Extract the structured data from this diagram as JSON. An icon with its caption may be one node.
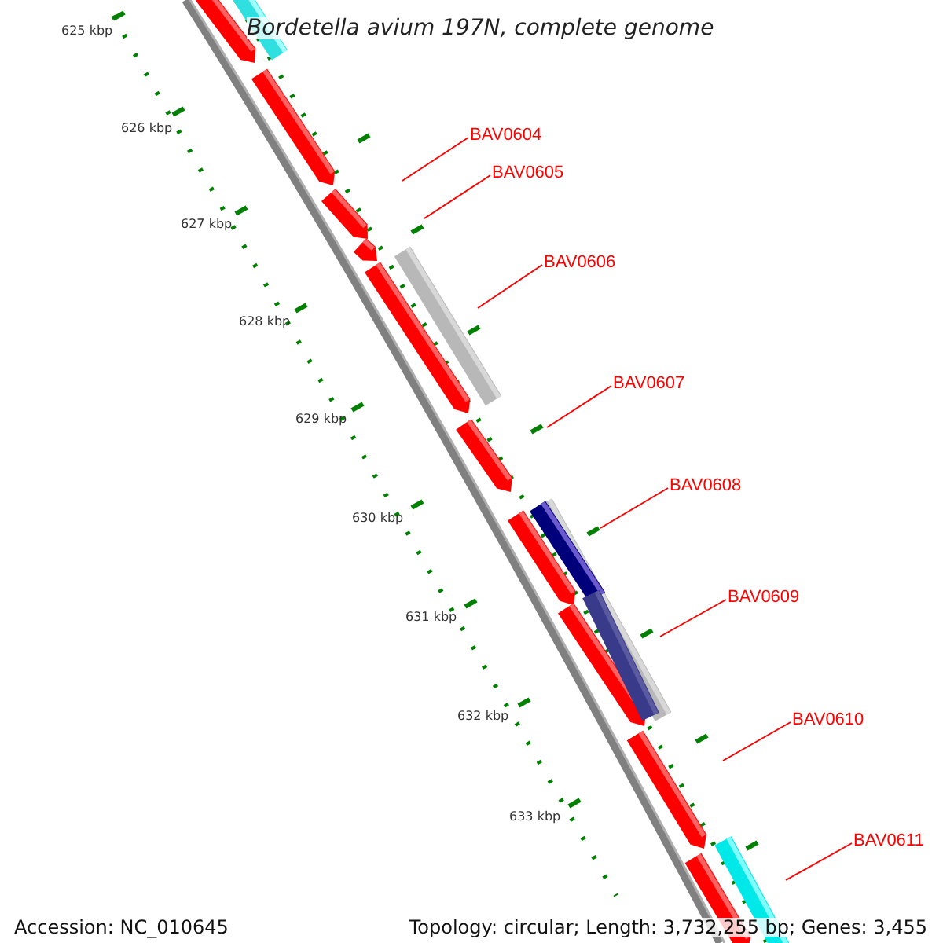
{
  "diagram": {
    "title": "Bordetella avium 197N, complete genome",
    "nodes": [
      {
        "text": [
          "BAV0604"
        ]
      },
      {
        "text": [
          "BAV0605"
        ]
      },
      {
        "text": [
          "BAV0606"
        ]
      },
      {
        "text": [
          "BAV0607"
        ]
      },
      {
        "text": [
          "BAV0608"
        ]
      },
      {
        "text": [
          "BAV0609"
        ]
      },
      {
        "text": [
          "BAV0610"
        ]
      },
      {
        "text": [
          "BAV0611"
        ]
      }
    ],
    "edges": [
      {
        "from": 0,
        "to": null,
        "arrow": "none"
      },
      {
        "from": 1,
        "to": null,
        "arrow": "none"
      },
      {
        "from": 2,
        "to": null,
        "arrow": "none"
      },
      {
        "from": 3,
        "to": null,
        "arrow": "none"
      },
      {
        "from": 4,
        "to": null,
        "arrow": "none"
      },
      {
        "from": 5,
        "to": null,
        "arrow": "none"
      },
      {
        "from": 6,
        "to": null,
        "arrow": "none"
      },
      {
        "from": 7,
        "to": null,
        "arrow": "none"
      }
    ],
    "labels": [
      "625 kbp",
      "626 kbp",
      "627 kbp",
      "628 kbp",
      "629 kbp",
      "630 kbp",
      "631 kbp",
      "632 kbp",
      "633 kbp",
      "Accession: NC_010645",
      "Topology: circular; Length: 3,732,255 bp; Genes: 3,455"
    ]
  }
}
